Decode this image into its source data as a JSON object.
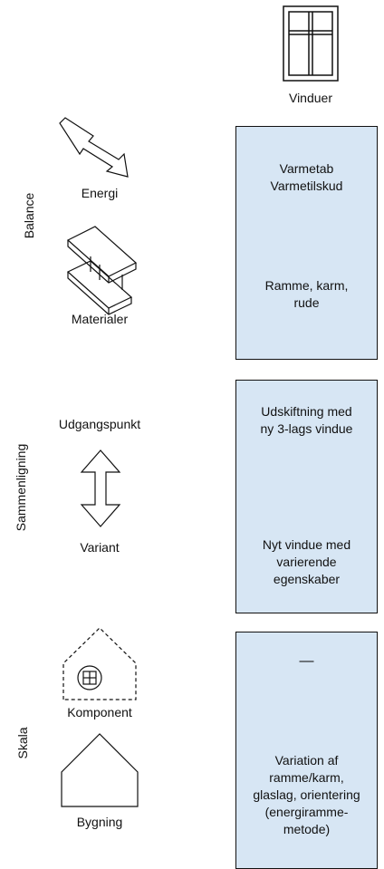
{
  "header": {
    "title": "Vinduer"
  },
  "sections": {
    "balance": {
      "side_label": "Balance",
      "icon1_label": "Energi",
      "icon2_label": "Materialer",
      "box_text1": "Varmetab\nVarmetilskud",
      "box_text2": "Ramme, karm,\nrude"
    },
    "comparison": {
      "side_label": "Sammenligning",
      "top_label": "Udgangspunkt",
      "bottom_label": "Variant",
      "box_text1": "Udskiftning med\nny 3-lags vindue",
      "box_text2": "Nyt vindue med\nvarierende\negenskaber"
    },
    "scale": {
      "side_label": "Skala",
      "icon1_label": "Komponent",
      "icon2_label": "Bygning",
      "box_text1": "—",
      "box_text2": "Variation af\nramme/karm,\nglaslag, orientering\n(energiramme-\nmetode)"
    }
  },
  "icons": [
    "window-icon",
    "lightning-arrow-icon",
    "steel-beam-icon",
    "double-arrow-icon",
    "dashed-house-window-icon",
    "house-icon"
  ],
  "colors": {
    "box_fill": "#d7e6f4",
    "stroke": "#111111"
  }
}
